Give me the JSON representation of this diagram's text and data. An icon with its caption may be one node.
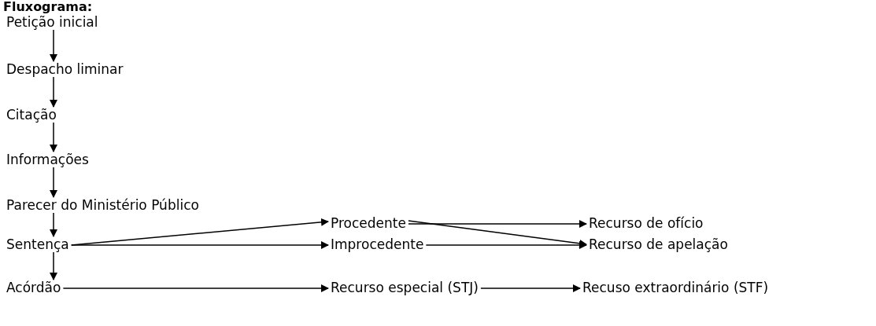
{
  "diagram": {
    "title": "Fluxograma:",
    "nodes": [
      {
        "text": [
          "Petição inicial"
        ]
      },
      {
        "text": [
          "Despacho liminar"
        ]
      },
      {
        "text": [
          "Citação"
        ]
      },
      {
        "text": [
          "Informações"
        ]
      },
      {
        "text": [
          "Parecer do Ministério Público"
        ]
      },
      {
        "text": [
          "Sentença"
        ]
      },
      {
        "text": [
          "Acórdão"
        ]
      },
      {
        "text": [
          "Procedente"
        ]
      },
      {
        "text": [
          "Improcedente"
        ]
      },
      {
        "text": [
          "Recurso de ofício"
        ]
      },
      {
        "text": [
          "Recurso de apelação"
        ]
      },
      {
        "text": [
          "Recurso especial (STJ)"
        ]
      },
      {
        "text": [
          "Recuso extraordinário (STF)"
        ]
      }
    ],
    "edges": [
      {
        "from": 0,
        "to": 1,
        "arrow": "to"
      },
      {
        "from": 1,
        "to": 2,
        "arrow": "to"
      },
      {
        "from": 2,
        "to": 3,
        "arrow": "to"
      },
      {
        "from": 3,
        "to": 4,
        "arrow": "to"
      },
      {
        "from": 4,
        "to": 5,
        "arrow": "to"
      },
      {
        "from": 5,
        "to": 7,
        "arrow": "to"
      },
      {
        "from": 5,
        "to": 8,
        "arrow": "to"
      },
      {
        "from": 7,
        "to": 9,
        "arrow": "to"
      },
      {
        "from": 7,
        "to": 10,
        "arrow": "to"
      },
      {
        "from": 8,
        "to": 10,
        "arrow": "to"
      },
      {
        "from": 5,
        "to": 6,
        "arrow": "to"
      },
      {
        "from": 6,
        "to": 11,
        "arrow": "to"
      },
      {
        "from": 11,
        "to": 12,
        "arrow": "to"
      }
    ]
  }
}
